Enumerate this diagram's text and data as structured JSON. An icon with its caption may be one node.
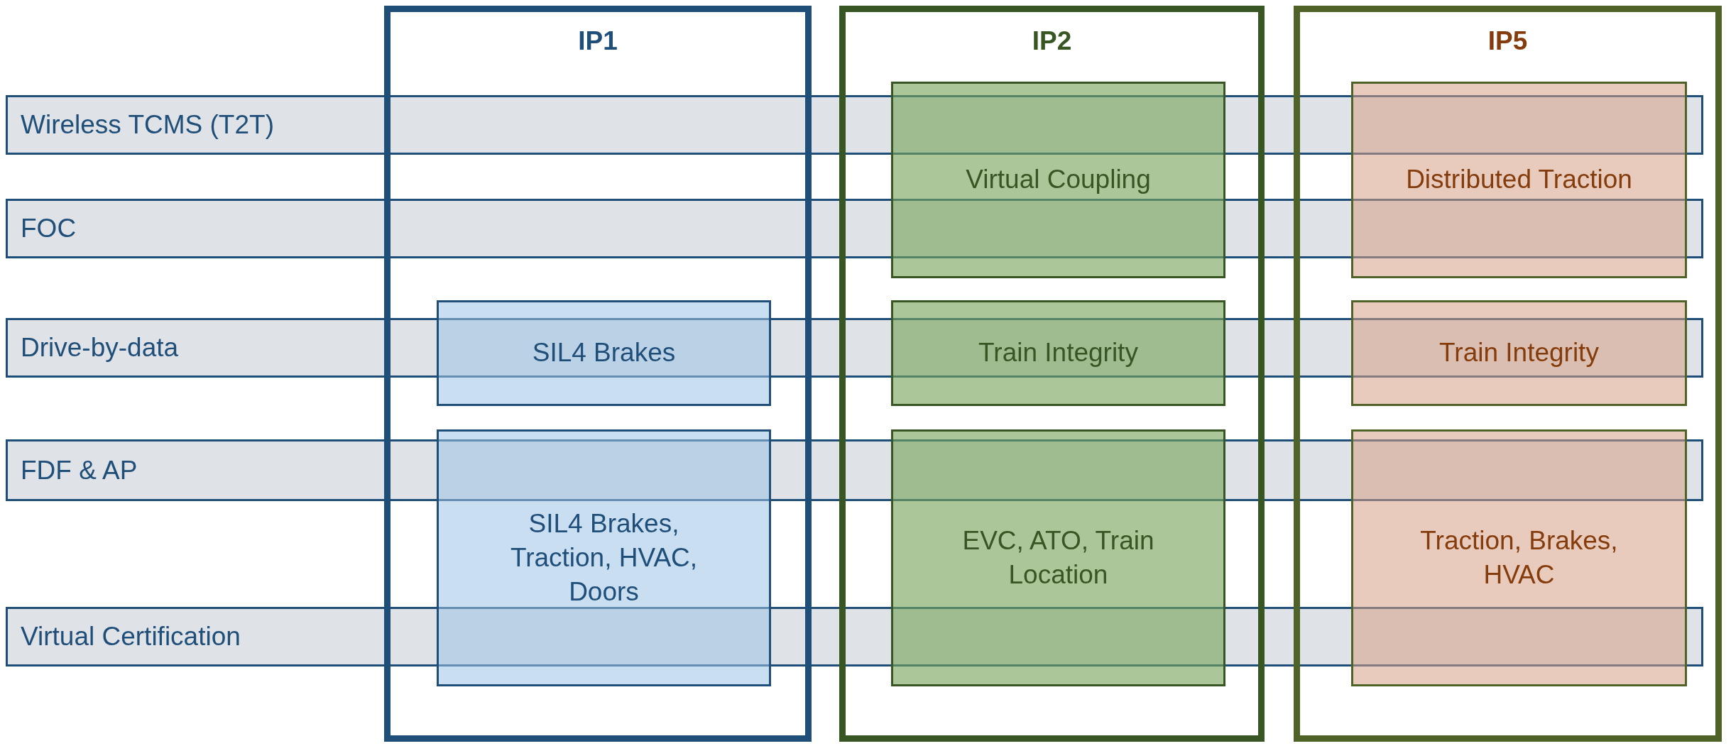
{
  "diagram": {
    "nodes": [
      {
        "text": [
          "IP1"
        ]
      },
      {
        "text": [
          "SIL4 Brakes"
        ],
        "in": 0
      },
      {
        "text": [
          "SIL4 Brakes, Traction, HVAC, Doors"
        ],
        "in": 0
      },
      {
        "text": [
          "IP2"
        ]
      },
      {
        "text": [
          "Virtual Coupling"
        ],
        "in": 3
      },
      {
        "text": [
          "Train Integrity"
        ],
        "in": 3
      },
      {
        "text": [
          "EVC, ATO, Train Location"
        ],
        "in": 3
      },
      {
        "text": [
          "IP5"
        ]
      },
      {
        "text": [
          "Distributed Traction"
        ],
        "in": 7
      },
      {
        "text": [
          "Train Integrity"
        ],
        "in": 7
      },
      {
        "text": [
          "Traction, Brakes, HVAC"
        ],
        "in": 7
      },
      {
        "text": [
          "Wireless TCMS (T2T)"
        ]
      },
      {
        "text": [
          "FOC"
        ]
      },
      {
        "text": [
          "Drive-by-data"
        ]
      },
      {
        "text": [
          "FDF & AP"
        ]
      },
      {
        "text": [
          "Virtual Certification"
        ]
      }
    ]
  }
}
